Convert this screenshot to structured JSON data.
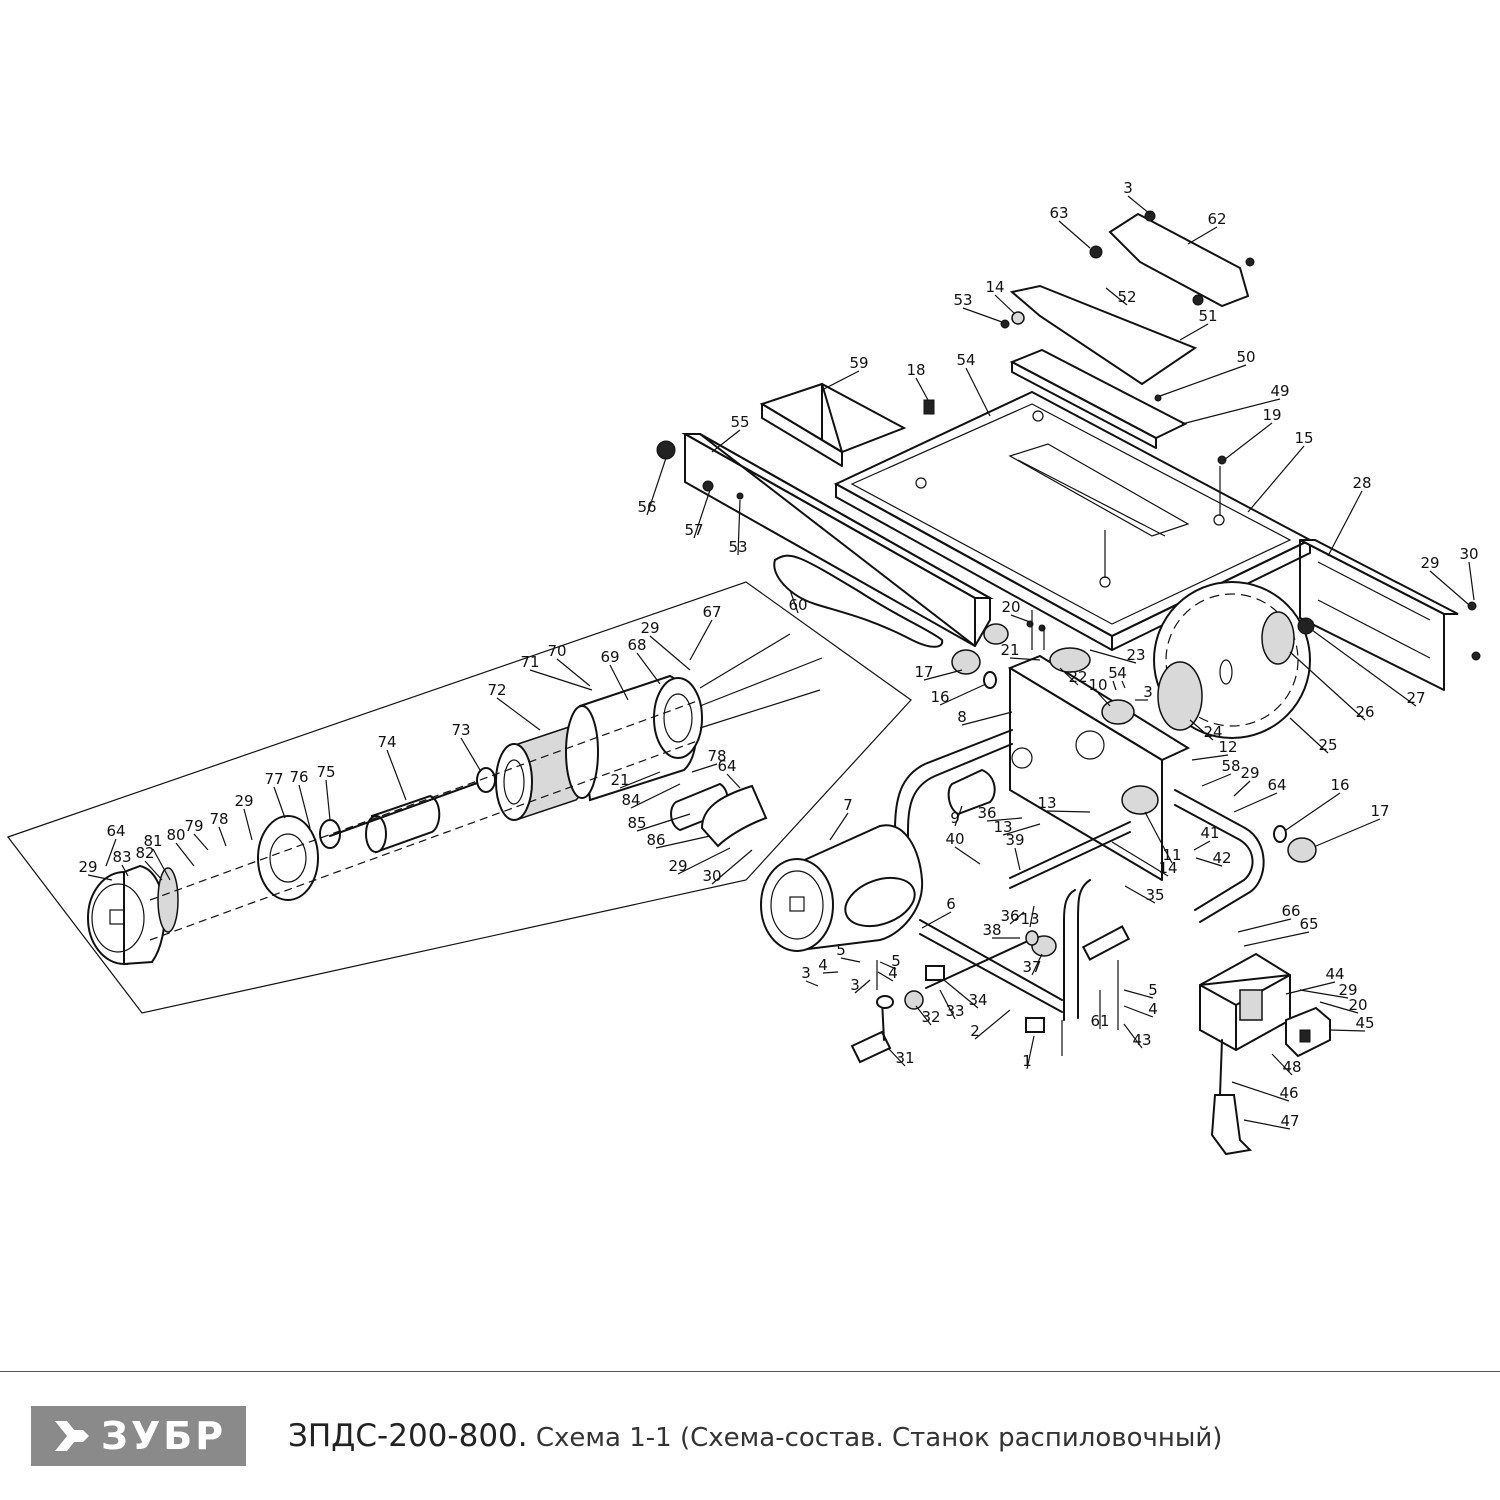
{
  "brand": {
    "logo_text": "ЗУБР",
    "logo_color": "#8a8a8a"
  },
  "caption": {
    "model": "ЗПДС-200-800.",
    "description": " Схема 1-1 (Схема-состав. Станок распиловочный)"
  },
  "part_labels": [
    "1",
    "2",
    "3",
    "4",
    "5",
    "6",
    "7",
    "8",
    "9",
    "10",
    "11",
    "12",
    "13",
    "14",
    "15",
    "16",
    "17",
    "18",
    "19",
    "20",
    "21",
    "22",
    "23",
    "24",
    "25",
    "26",
    "27",
    "28",
    "29",
    "30",
    "31",
    "32",
    "33",
    "34",
    "35",
    "36",
    "37",
    "38",
    "39",
    "40",
    "41",
    "42",
    "43",
    "44",
    "45",
    "46",
    "47",
    "48",
    "49",
    "50",
    "51",
    "52",
    "53",
    "54",
    "55",
    "56",
    "57",
    "58",
    "59",
    "60",
    "61",
    "62",
    "63",
    "64",
    "65",
    "66",
    "67",
    "68",
    "69",
    "70",
    "71",
    "72",
    "73",
    "74",
    "75",
    "76",
    "77",
    "78",
    "79",
    "80",
    "81",
    "82",
    "83",
    "84",
    "85",
    "86"
  ]
}
